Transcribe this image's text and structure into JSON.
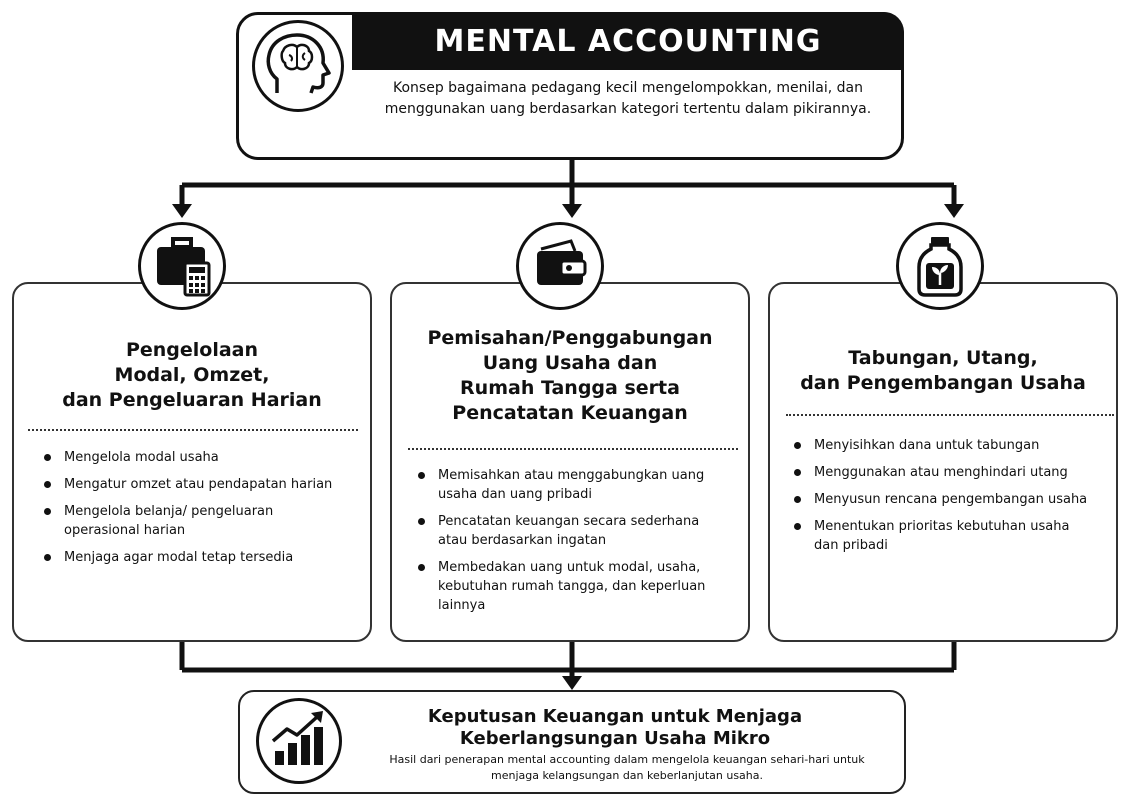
{
  "header": {
    "title": "MENTAL ACCOUNTING",
    "description": "Konsep bagaimana pedagang kecil mengelompokkan, menilai, dan menggunakan uang berdasarkan kategori tertentu dalam pikirannya.",
    "icon": "brain-head-icon"
  },
  "categories": [
    {
      "title_lines": [
        "Pengelolaan",
        "Modal, Omzet,",
        "dan Pengeluaran Harian"
      ],
      "icon": "briefcase-calculator-icon",
      "bullets": [
        "Mengelola modal usaha",
        "Mengatur omzet atau pendapatan harian",
        "Mengelola belanja/ pengeluaran operasional harian",
        "Menjaga agar modal tetap tersedia"
      ]
    },
    {
      "title_lines": [
        "Pemisahan/Penggabungan",
        "Uang Usaha dan",
        "Rumah Tangga serta",
        "Pencatatan Keuangan"
      ],
      "icon": "wallet-icon",
      "bullets": [
        "Memisahkan atau menggabungkan uang usaha dan uang pribadi",
        "Pencatatan keuangan secara sederhana atau berdasarkan ingatan",
        "Membedakan uang untuk modal, usaha, kebutuhan rumah tangga, dan keperluan lainnya"
      ]
    },
    {
      "title_lines": [
        "Tabungan, Utang,",
        "dan Pengembangan Usaha"
      ],
      "icon": "jar-sprout-icon",
      "bullets": [
        "Menyisihkan dana untuk tabungan",
        "Menggunakan atau menghindari utang",
        "Menyusun rencana pengembangan usaha",
        "Menentukan prioritas kebutuhan usaha dan pribadi"
      ]
    }
  ],
  "result": {
    "title_lines": [
      "Keputusan Keuangan untuk Menjaga",
      "Keberlangsungan Usaha Mikro"
    ],
    "description": "Hasil dari penerapan mental accounting dalam mengelola keuangan sehari-hari untuk menjaga kelangsungan dan keberlanjutan usaha.",
    "icon": "growth-chart-icon"
  },
  "colors": {
    "ink": "#111111",
    "background": "#ffffff"
  }
}
